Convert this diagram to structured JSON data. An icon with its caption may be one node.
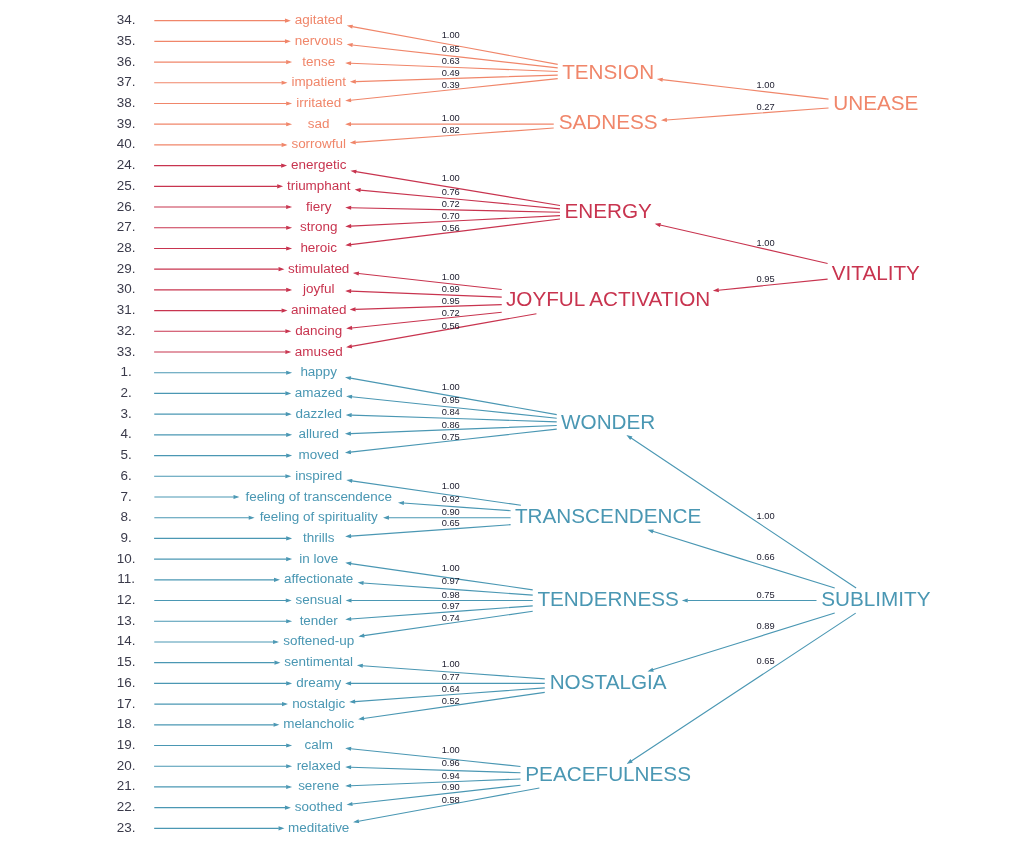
{
  "diagram": {
    "nodes": [
      {
        "text": [
          "1."
        ]
      },
      {
        "text": [
          "happy"
        ]
      },
      {
        "text": [
          "2."
        ]
      },
      {
        "text": [
          "amazed"
        ]
      },
      {
        "text": [
          "3."
        ]
      },
      {
        "text": [
          "dazzled"
        ]
      },
      {
        "text": [
          "4."
        ]
      },
      {
        "text": [
          "allured"
        ]
      },
      {
        "text": [
          "5."
        ]
      },
      {
        "text": [
          "moved"
        ]
      },
      {
        "text": [
          "6."
        ]
      },
      {
        "text": [
          "inspired"
        ]
      },
      {
        "text": [
          "7."
        ]
      },
      {
        "text": [
          "feeling of transcendence"
        ]
      },
      {
        "text": [
          "8."
        ]
      },
      {
        "text": [
          "feeling of spirituality"
        ]
      },
      {
        "text": [
          "9."
        ]
      },
      {
        "text": [
          "thrills"
        ]
      },
      {
        "text": [
          "10."
        ]
      },
      {
        "text": [
          "in love"
        ]
      },
      {
        "text": [
          "11."
        ]
      },
      {
        "text": [
          "affectionate"
        ]
      },
      {
        "text": [
          "12."
        ]
      },
      {
        "text": [
          "sensual"
        ]
      },
      {
        "text": [
          "13."
        ]
      },
      {
        "text": [
          "tender"
        ]
      },
      {
        "text": [
          "14."
        ]
      },
      {
        "text": [
          "softened-up"
        ]
      },
      {
        "text": [
          "15."
        ]
      },
      {
        "text": [
          "sentimental"
        ]
      },
      {
        "text": [
          "16."
        ]
      },
      {
        "text": [
          "dreamy"
        ]
      },
      {
        "text": [
          "17."
        ]
      },
      {
        "text": [
          "nostalgic"
        ]
      },
      {
        "text": [
          "18."
        ]
      },
      {
        "text": [
          "melancholic"
        ]
      },
      {
        "text": [
          "19."
        ]
      },
      {
        "text": [
          "calm"
        ]
      },
      {
        "text": [
          "20."
        ]
      },
      {
        "text": [
          "relaxed"
        ]
      },
      {
        "text": [
          "21."
        ]
      },
      {
        "text": [
          "serene"
        ]
      },
      {
        "text": [
          "22."
        ]
      },
      {
        "text": [
          "soothed"
        ]
      },
      {
        "text": [
          "23."
        ]
      },
      {
        "text": [
          "meditative"
        ]
      },
      {
        "text": [
          "24."
        ]
      },
      {
        "text": [
          "energetic"
        ]
      },
      {
        "text": [
          "25."
        ]
      },
      {
        "text": [
          "triumphant"
        ]
      },
      {
        "text": [
          "26."
        ]
      },
      {
        "text": [
          "fiery"
        ]
      },
      {
        "text": [
          "27."
        ]
      },
      {
        "text": [
          "strong"
        ]
      },
      {
        "text": [
          "28."
        ]
      },
      {
        "text": [
          "heroic"
        ]
      },
      {
        "text": [
          "29."
        ]
      },
      {
        "text": [
          "stimulated"
        ]
      },
      {
        "text": [
          "30."
        ]
      },
      {
        "text": [
          "joyful"
        ]
      },
      {
        "text": [
          "31."
        ]
      },
      {
        "text": [
          "animated"
        ]
      },
      {
        "text": [
          "32."
        ]
      },
      {
        "text": [
          "dancing"
        ]
      },
      {
        "text": [
          "33."
        ]
      },
      {
        "text": [
          "amused"
        ]
      },
      {
        "text": [
          "34."
        ]
      },
      {
        "text": [
          "agitated"
        ]
      },
      {
        "text": [
          "35."
        ]
      },
      {
        "text": [
          "nervous"
        ]
      },
      {
        "text": [
          "36."
        ]
      },
      {
        "text": [
          "tense"
        ]
      },
      {
        "text": [
          "37."
        ]
      },
      {
        "text": [
          "impatient"
        ]
      },
      {
        "text": [
          "38."
        ]
      },
      {
        "text": [
          "irritated"
        ]
      },
      {
        "text": [
          "39."
        ]
      },
      {
        "text": [
          "sad"
        ]
      },
      {
        "text": [
          "40."
        ]
      },
      {
        "text": [
          "sorrowful"
        ]
      },
      {
        "text": [
          "WONDER"
        ]
      },
      {
        "text": [
          "TRANSCENDENCE"
        ]
      },
      {
        "text": [
          "TENDERNESS"
        ]
      },
      {
        "text": [
          "NOSTALGIA"
        ]
      },
      {
        "text": [
          "PEACEFULNESS"
        ]
      },
      {
        "text": [
          "ENERGY"
        ]
      },
      {
        "text": [
          "JOYFUL ACTIVATION"
        ]
      },
      {
        "text": [
          "TENSION"
        ]
      },
      {
        "text": [
          "SADNESS"
        ]
      },
      {
        "text": [
          "SUBLIMITY"
        ]
      },
      {
        "text": [
          "VITALITY"
        ]
      },
      {
        "text": [
          "UNEASE"
        ]
      }
    ],
    "edges": [
      {
        "from": 0,
        "to": 1,
        "arrow": "to"
      },
      {
        "from": 2,
        "to": 3,
        "arrow": "to"
      },
      {
        "from": 4,
        "to": 5,
        "arrow": "to"
      },
      {
        "from": 6,
        "to": 7,
        "arrow": "to"
      },
      {
        "from": 8,
        "to": 9,
        "arrow": "to"
      },
      {
        "from": 10,
        "to": 11,
        "arrow": "to"
      },
      {
        "from": 12,
        "to": 13,
        "arrow": "to"
      },
      {
        "from": 14,
        "to": 15,
        "arrow": "to"
      },
      {
        "from": 16,
        "to": 17,
        "arrow": "to"
      },
      {
        "from": 18,
        "to": 19,
        "arrow": "to"
      },
      {
        "from": 20,
        "to": 21,
        "arrow": "to"
      },
      {
        "from": 22,
        "to": 23,
        "arrow": "to"
      },
      {
        "from": 24,
        "to": 25,
        "arrow": "to"
      },
      {
        "from": 26,
        "to": 27,
        "arrow": "to"
      },
      {
        "from": 28,
        "to": 29,
        "arrow": "to"
      },
      {
        "from": 30,
        "to": 31,
        "arrow": "to"
      },
      {
        "from": 32,
        "to": 33,
        "arrow": "to"
      },
      {
        "from": 34,
        "to": 35,
        "arrow": "to"
      },
      {
        "from": 36,
        "to": 37,
        "arrow": "to"
      },
      {
        "from": 38,
        "to": 39,
        "arrow": "to"
      },
      {
        "from": 40,
        "to": 41,
        "arrow": "to"
      },
      {
        "from": 42,
        "to": 43,
        "arrow": "to"
      },
      {
        "from": 44,
        "to": 45,
        "arrow": "to"
      },
      {
        "from": 46,
        "to": 47,
        "arrow": "to",
        "color": "#c8344f"
      },
      {
        "from": 48,
        "to": 49,
        "arrow": "to",
        "color": "#c8344f"
      },
      {
        "from": 50,
        "to": 51,
        "arrow": "to",
        "color": "#c8344f"
      },
      {
        "from": 52,
        "to": 53,
        "arrow": "to",
        "color": "#c8344f"
      },
      {
        "from": 54,
        "to": 55,
        "arrow": "to",
        "color": "#c8344f"
      },
      {
        "from": 56,
        "to": 57,
        "arrow": "to",
        "color": "#c8344f"
      },
      {
        "from": 58,
        "to": 59,
        "arrow": "to",
        "color": "#c8344f"
      },
      {
        "from": 60,
        "to": 61,
        "arrow": "to",
        "color": "#c8344f"
      },
      {
        "from": 62,
        "to": 63,
        "arrow": "to",
        "color": "#c8344f"
      },
      {
        "from": 64,
        "to": 65,
        "arrow": "to",
        "color": "#c8344f"
      },
      {
        "from": 66,
        "to": 67,
        "arrow": "to",
        "color": "#f0866a"
      },
      {
        "from": 68,
        "to": 69,
        "arrow": "to",
        "color": "#f0866a"
      },
      {
        "from": 70,
        "to": 71,
        "arrow": "to",
        "color": "#f0866a"
      },
      {
        "from": 72,
        "to": 73,
        "arrow": "to",
        "color": "#f0866a"
      },
      {
        "from": 74,
        "to": 75,
        "arrow": "to",
        "color": "#f0866a"
      },
      {
        "from": 76,
        "to": 77,
        "arrow": "to",
        "color": "#f0866a"
      },
      {
        "from": 78,
        "to": 79,
        "arrow": "to",
        "color": "#f0866a"
      },
      {
        "from": 80,
        "to": 1,
        "arrow": "to",
        "label": "1.00"
      },
      {
        "from": 80,
        "to": 3,
        "arrow": "to",
        "label": "0.95"
      },
      {
        "from": 80,
        "to": 5,
        "arrow": "to",
        "label": "0.84"
      },
      {
        "from": 80,
        "to": 7,
        "arrow": "to",
        "label": "0.86"
      },
      {
        "from": 80,
        "to": 9,
        "arrow": "to",
        "label": "0.75"
      },
      {
        "from": 81,
        "to": 11,
        "arrow": "to",
        "label": "1.00"
      },
      {
        "from": 81,
        "to": 13,
        "arrow": "to",
        "label": "0.92"
      },
      {
        "from": 81,
        "to": 15,
        "arrow": "to",
        "label": "0.90"
      },
      {
        "from": 81,
        "to": 17,
        "arrow": "to",
        "label": "0.65"
      },
      {
        "from": 82,
        "to": 19,
        "arrow": "to",
        "label": "1.00"
      },
      {
        "from": 82,
        "to": 21,
        "arrow": "to",
        "label": "0.97"
      },
      {
        "from": 82,
        "to": 23,
        "arrow": "to",
        "label": "0.98"
      },
      {
        "from": 82,
        "to": 25,
        "arrow": "to",
        "label": "0.97"
      },
      {
        "from": 82,
        "to": 27,
        "arrow": "to",
        "label": "0.74"
      },
      {
        "from": 83,
        "to": 29,
        "arrow": "to",
        "label": "1.00"
      },
      {
        "from": 83,
        "to": 31,
        "arrow": "to",
        "label": "0.77"
      },
      {
        "from": 83,
        "to": 33,
        "arrow": "to",
        "label": "0.64"
      },
      {
        "from": 83,
        "to": 35,
        "arrow": "to",
        "label": "0.52"
      },
      {
        "from": 84,
        "to": 37,
        "arrow": "to",
        "label": "1.00"
      },
      {
        "from": 84,
        "to": 39,
        "arrow": "to",
        "label": "0.96"
      },
      {
        "from": 84,
        "to": 41,
        "arrow": "to",
        "label": "0.94"
      },
      {
        "from": 84,
        "to": 43,
        "arrow": "to",
        "label": "0.90"
      },
      {
        "from": 84,
        "to": 45,
        "arrow": "to",
        "label": "0.58"
      },
      {
        "from": 85,
        "to": 47,
        "arrow": "to",
        "label": "1.00",
        "color": "#c8344f"
      },
      {
        "from": 85,
        "to": 49,
        "arrow": "to",
        "label": "0.76",
        "color": "#c8344f"
      },
      {
        "from": 85,
        "to": 51,
        "arrow": "to",
        "label": "0.72",
        "color": "#c8344f"
      },
      {
        "from": 85,
        "to": 53,
        "arrow": "to",
        "label": "0.70",
        "color": "#c8344f"
      },
      {
        "from": 85,
        "to": 55,
        "arrow": "to",
        "label": "0.56",
        "color": "#c8344f"
      },
      {
        "from": 86,
        "to": 57,
        "arrow": "to",
        "label": "1.00",
        "color": "#c8344f"
      },
      {
        "from": 86,
        "to": 59,
        "arrow": "to",
        "label": "0.99",
        "color": "#c8344f"
      },
      {
        "from": 86,
        "to": 61,
        "arrow": "to",
        "label": "0.95",
        "color": "#c8344f"
      },
      {
        "from": 86,
        "to": 63,
        "arrow": "to",
        "label": "0.72",
        "color": "#c8344f"
      },
      {
        "from": 86,
        "to": 65,
        "arrow": "to",
        "label": "0.56",
        "color": "#c8344f"
      },
      {
        "from": 87,
        "to": 67,
        "arrow": "to",
        "label": "1.00",
        "color": "#f0866a"
      },
      {
        "from": 87,
        "to": 69,
        "arrow": "to",
        "label": "0.85",
        "color": "#f0866a"
      },
      {
        "from": 87,
        "to": 71,
        "arrow": "to",
        "label": "0.63",
        "color": "#f0866a"
      },
      {
        "from": 87,
        "to": 73,
        "arrow": "to",
        "label": "0.49",
        "color": "#f0866a"
      },
      {
        "from": 87,
        "to": 75,
        "arrow": "to",
        "label": "0.39",
        "color": "#f0866a"
      },
      {
        "from": 88,
        "to": 77,
        "arrow": "to",
        "label": "1.00",
        "color": "#f0866a"
      },
      {
        "from": 88,
        "to": 79,
        "arrow": "to",
        "label": "0.82",
        "color": "#f0866a"
      },
      {
        "from": 89,
        "to": 80,
        "arrow": "to",
        "label": "1.00"
      },
      {
        "from": 89,
        "to": 81,
        "arrow": "to",
        "label": "0.66"
      },
      {
        "from": 89,
        "to": 82,
        "arrow": "to",
        "label": "0.75"
      },
      {
        "from": 89,
        "to": 83,
        "arrow": "to",
        "label": "0.89"
      },
      {
        "from": 89,
        "to": 84,
        "arrow": "to",
        "label": "0.65"
      },
      {
        "from": 90,
        "to": 85,
        "arrow": "to",
        "label": "1.00",
        "color": "#c8344f"
      },
      {
        "from": 90,
        "to": 86,
        "arrow": "to",
        "label": "0.95",
        "color": "#c8344f"
      },
      {
        "from": 91,
        "to": 87,
        "arrow": "to",
        "label": "1.00",
        "color": "#f0866a"
      },
      {
        "from": 91,
        "to": 88,
        "arrow": "to",
        "label": "0.27",
        "color": "#f0866a"
      }
    ]
  }
}
